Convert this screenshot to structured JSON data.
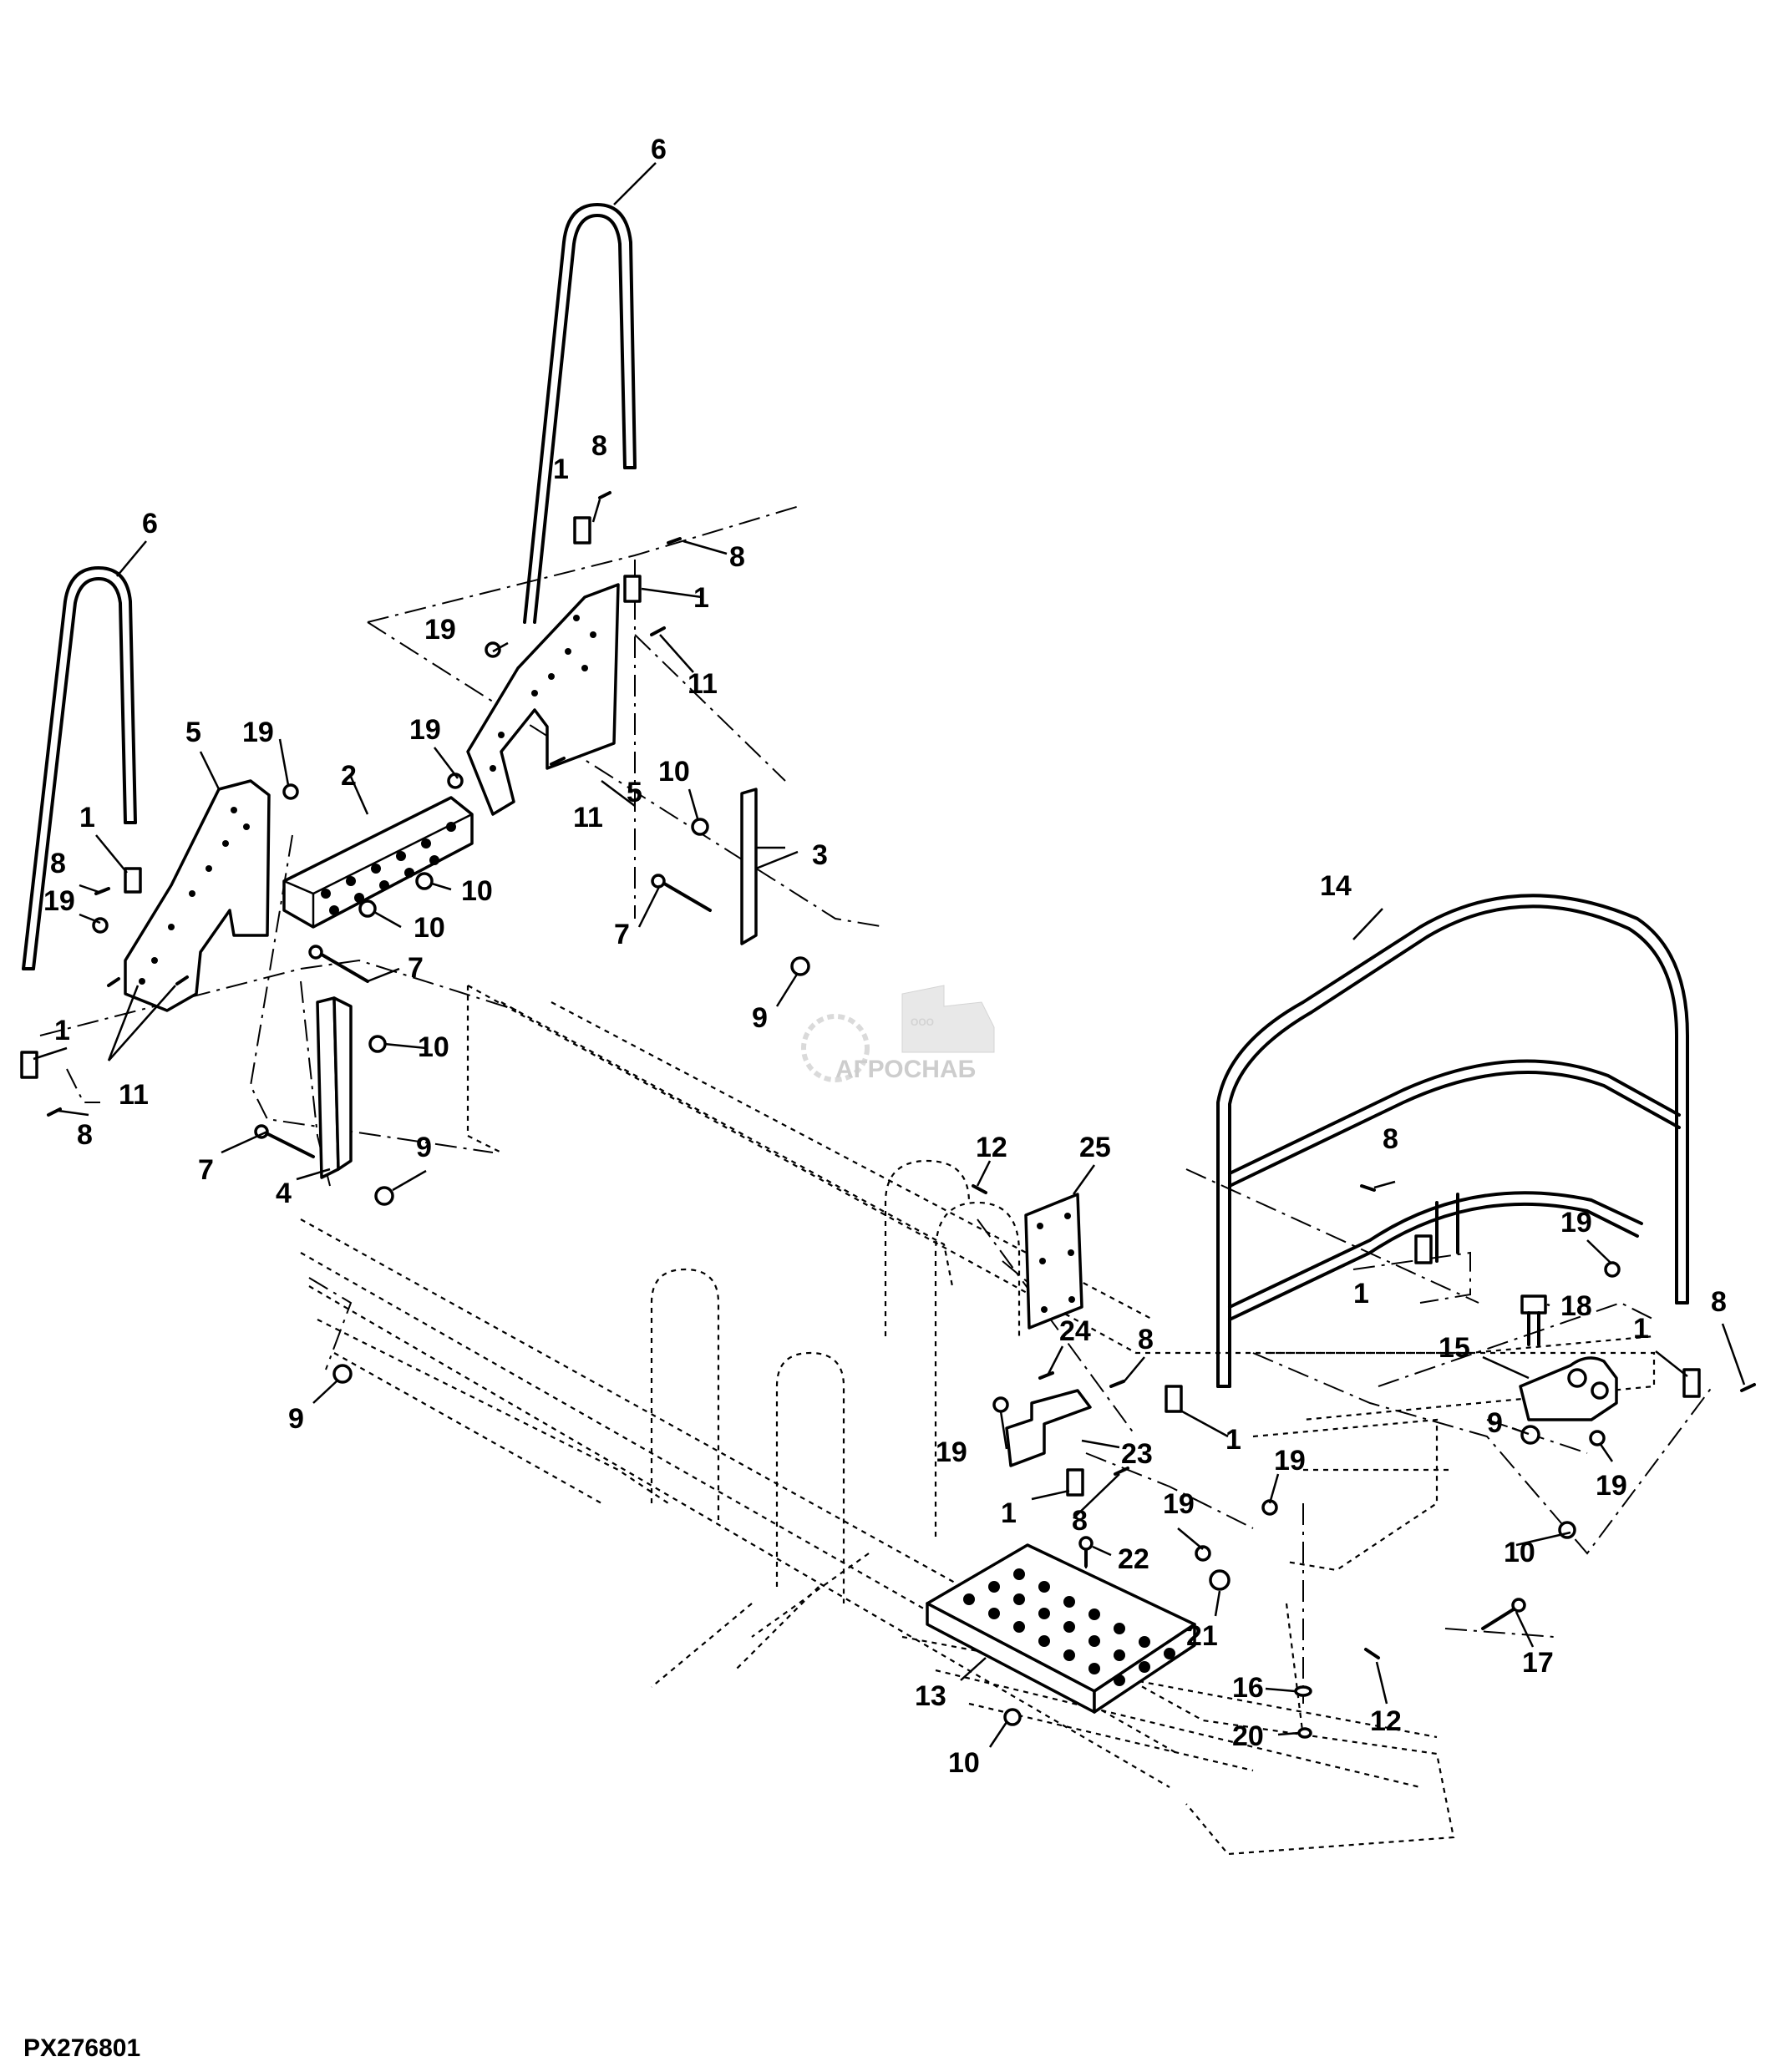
{
  "figure_id": "PX276801",
  "watermark": {
    "brand": "АГРОСНАБ",
    "prefix": "ООО"
  },
  "callouts": [
    {
      "id": "c6a",
      "label": "6"
    },
    {
      "id": "c6b",
      "label": "6"
    },
    {
      "id": "c1a",
      "label": "1"
    },
    {
      "id": "c8a",
      "label": "8"
    },
    {
      "id": "c8b",
      "label": "8"
    },
    {
      "id": "c1b",
      "label": "1"
    },
    {
      "id": "c19a",
      "label": "19"
    },
    {
      "id": "c11a",
      "label": "11"
    },
    {
      "id": "c19b",
      "label": "19"
    },
    {
      "id": "c5a",
      "label": "5"
    },
    {
      "id": "c19c",
      "label": "19"
    },
    {
      "id": "c2",
      "label": "2"
    },
    {
      "id": "c5b",
      "label": "5"
    },
    {
      "id": "c11b",
      "label": "11"
    },
    {
      "id": "c10a",
      "label": "10"
    },
    {
      "id": "c3",
      "label": "3"
    },
    {
      "id": "c1c",
      "label": "1"
    },
    {
      "id": "c8c",
      "label": "8"
    },
    {
      "id": "c19d",
      "label": "19"
    },
    {
      "id": "c10b",
      "label": "10"
    },
    {
      "id": "c10c",
      "label": "10"
    },
    {
      "id": "c7a",
      "label": "7"
    },
    {
      "id": "c7b",
      "label": "7"
    },
    {
      "id": "c9a",
      "label": "9"
    },
    {
      "id": "c1d",
      "label": "1"
    },
    {
      "id": "c11c",
      "label": "11"
    },
    {
      "id": "c8d",
      "label": "8"
    },
    {
      "id": "c10d",
      "label": "10"
    },
    {
      "id": "c9b",
      "label": "9"
    },
    {
      "id": "c7c",
      "label": "7"
    },
    {
      "id": "c4",
      "label": "4"
    },
    {
      "id": "c9c",
      "label": "9"
    },
    {
      "id": "c14",
      "label": "14"
    },
    {
      "id": "c12a",
      "label": "12"
    },
    {
      "id": "c25",
      "label": "25"
    },
    {
      "id": "c8e",
      "label": "8"
    },
    {
      "id": "c19e",
      "label": "19"
    },
    {
      "id": "c18",
      "label": "18"
    },
    {
      "id": "c8f",
      "label": "8"
    },
    {
      "id": "c1e",
      "label": "1"
    },
    {
      "id": "c24",
      "label": "24"
    },
    {
      "id": "c8g",
      "label": "8"
    },
    {
      "id": "c15",
      "label": "15"
    },
    {
      "id": "c1f",
      "label": "1"
    },
    {
      "id": "c9d",
      "label": "9"
    },
    {
      "id": "c1g",
      "label": "1"
    },
    {
      "id": "c19f",
      "label": "19"
    },
    {
      "id": "c23",
      "label": "23"
    },
    {
      "id": "c19g",
      "label": "19"
    },
    {
      "id": "c19h",
      "label": "19"
    },
    {
      "id": "c1h",
      "label": "1"
    },
    {
      "id": "c8h",
      "label": "8"
    },
    {
      "id": "c19i",
      "label": "19"
    },
    {
      "id": "c22",
      "label": "22"
    },
    {
      "id": "c10e",
      "label": "10"
    },
    {
      "id": "c21",
      "label": "21"
    },
    {
      "id": "c17",
      "label": "17"
    },
    {
      "id": "c13",
      "label": "13"
    },
    {
      "id": "c16",
      "label": "16"
    },
    {
      "id": "c12b",
      "label": "12"
    },
    {
      "id": "c20",
      "label": "20"
    },
    {
      "id": "c10f",
      "label": "10"
    }
  ]
}
